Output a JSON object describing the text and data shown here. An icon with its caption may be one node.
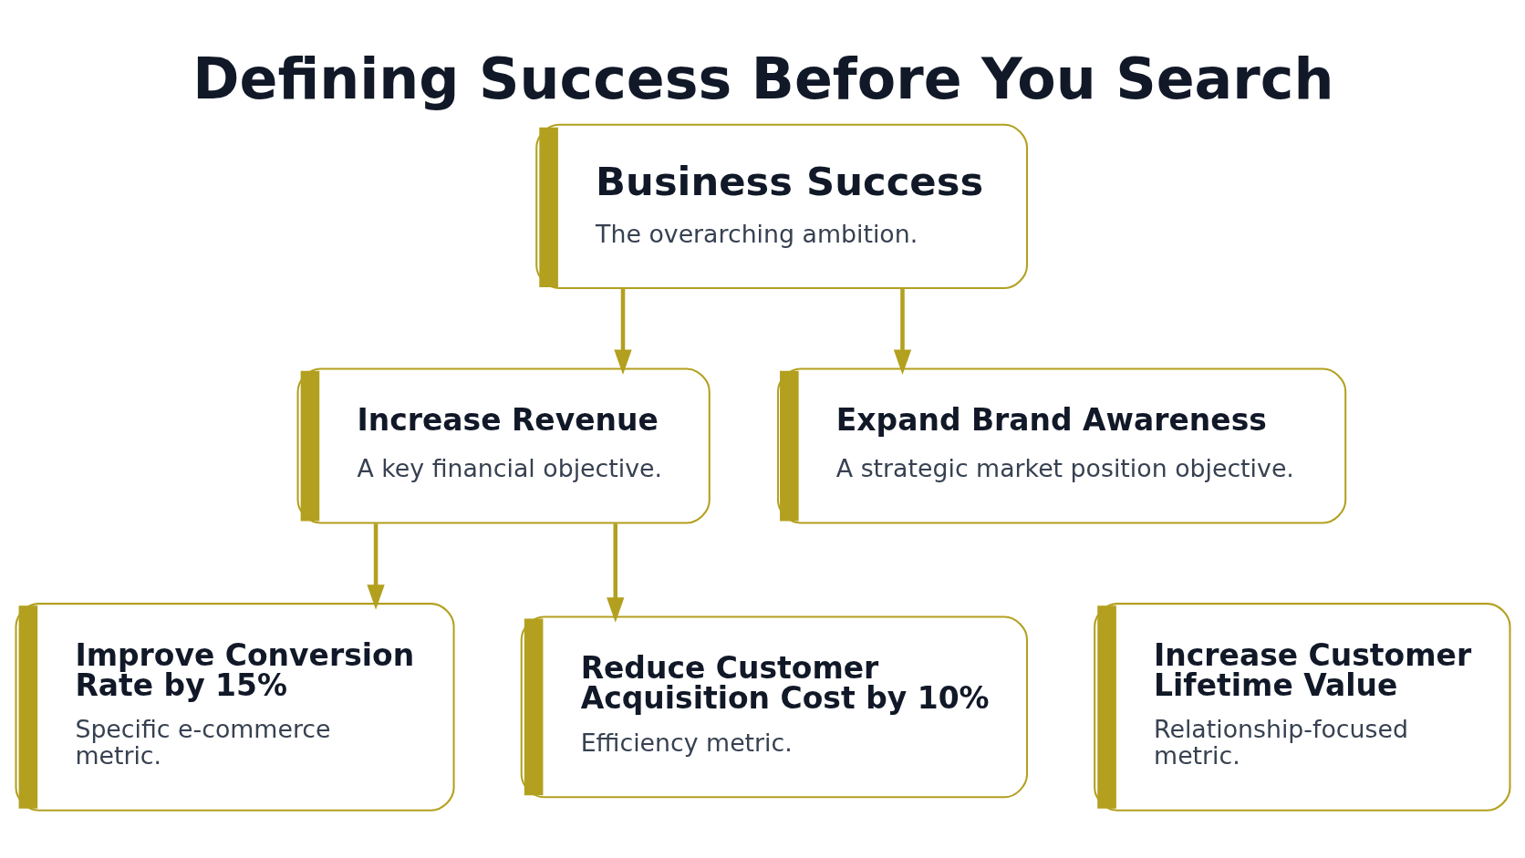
{
  "diagram": {
    "title": "Defining Success Before You Search",
    "nodes": [
      {
        "text": [
          "Business Success",
          "The overarching ambition."
        ]
      },
      {
        "text": [
          "Increase Revenue",
          "A key financial objective."
        ]
      },
      {
        "text": [
          "Expand Brand Awareness",
          "A strategic market position objective."
        ]
      },
      {
        "text": [
          "Improve Conversion Rate by 15%",
          "Specific e-commerce metric."
        ]
      },
      {
        "text": [
          "Reduce Customer Acquisition Cost by 10%",
          "Efficiency metric."
        ]
      },
      {
        "text": [
          "Increase Customer Lifetime Value",
          "Relationship-focused metric."
        ]
      }
    ],
    "edges": [
      {
        "from": 0,
        "to": 1,
        "arrow": "to"
      },
      {
        "from": 0,
        "to": 2,
        "arrow": "to"
      },
      {
        "from": 1,
        "to": 3,
        "arrow": "to"
      },
      {
        "from": 1,
        "to": 4,
        "arrow": "to"
      }
    ]
  }
}
